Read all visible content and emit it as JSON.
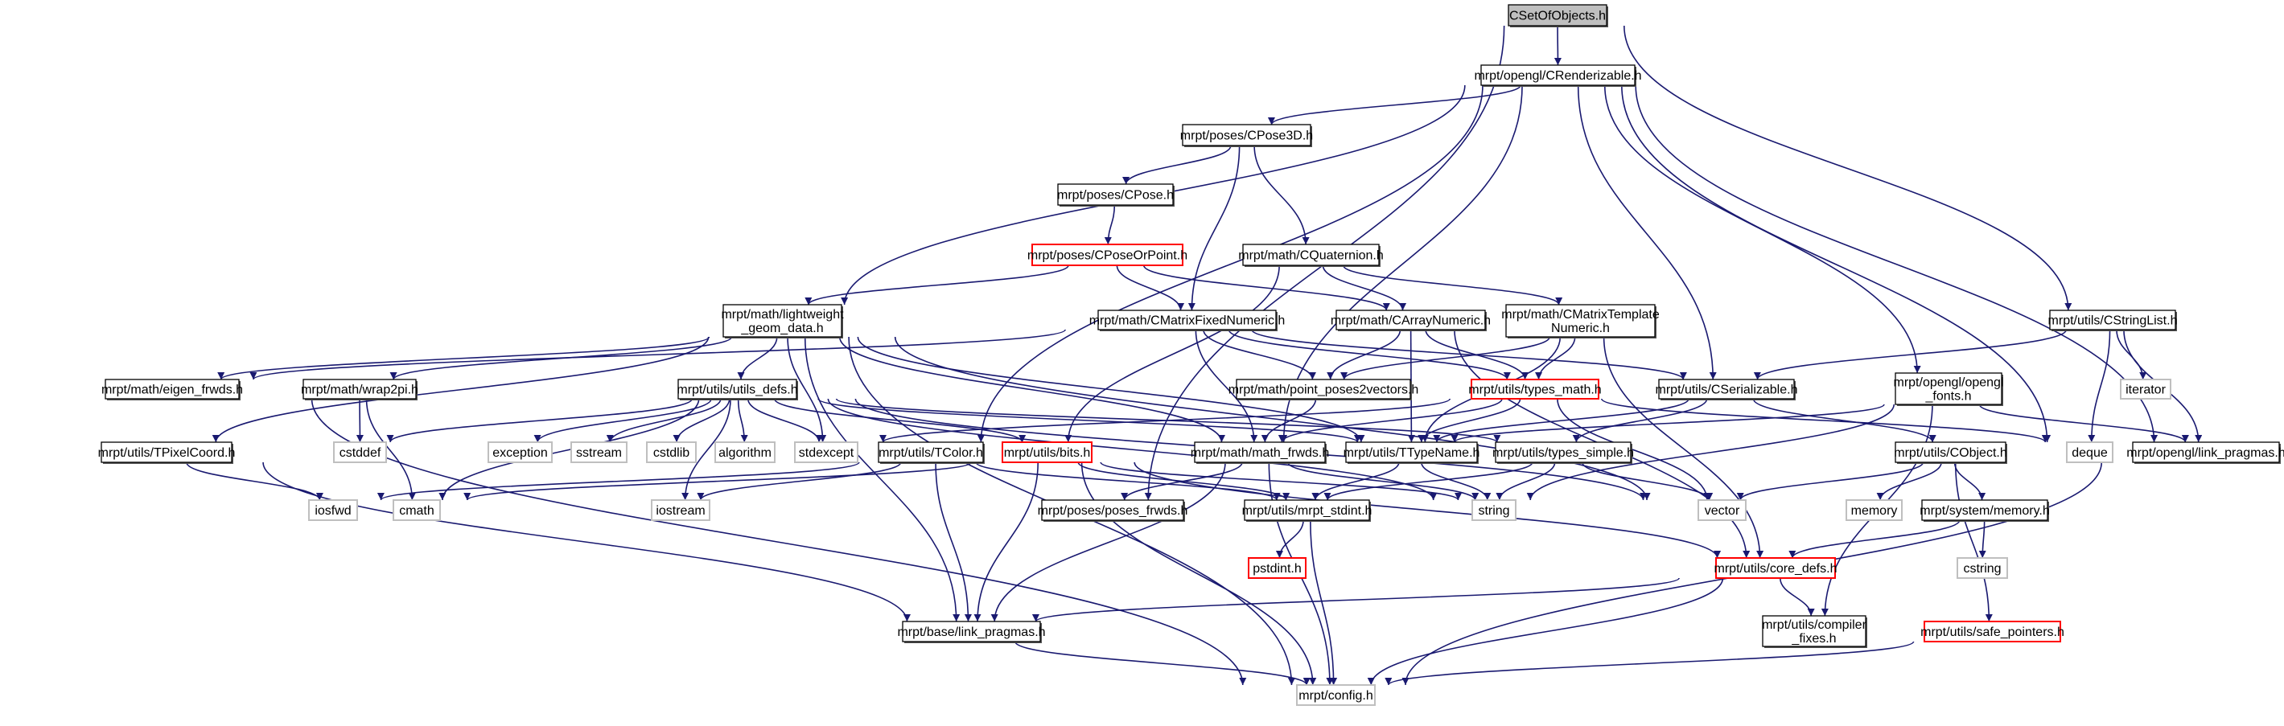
{
  "graph": {
    "edge_color": "#191970",
    "nodes": [
      {
        "id": "CSetOfObjects",
        "lines": [
          "CSetOfObjects.h"
        ],
        "style": "root"
      },
      {
        "id": "CRenderizable",
        "lines": [
          "mrpt/opengl/CRenderizable.h"
        ],
        "style": "normal"
      },
      {
        "id": "CPose3D",
        "lines": [
          "mrpt/poses/CPose3D.h"
        ],
        "style": "normal"
      },
      {
        "id": "CPose",
        "lines": [
          "mrpt/poses/CPose.h"
        ],
        "style": "normal"
      },
      {
        "id": "CPoseOrPoint",
        "lines": [
          "mrpt/poses/CPoseOrPoint.h"
        ],
        "style": "red"
      },
      {
        "id": "CQuaternion",
        "lines": [
          "mrpt/math/CQuaternion.h"
        ],
        "style": "normal"
      },
      {
        "id": "lightweight",
        "lines": [
          "mrpt/math/lightweight",
          "_geom_data.h"
        ],
        "style": "normal"
      },
      {
        "id": "CMatrixFixedNumeric",
        "lines": [
          "mrpt/math/CMatrixFixedNumeric.h"
        ],
        "style": "normal"
      },
      {
        "id": "CArrayNumeric",
        "lines": [
          "mrpt/math/CArrayNumeric.h"
        ],
        "style": "normal"
      },
      {
        "id": "CMatrixTemplateNumeric",
        "lines": [
          "mrpt/math/CMatrixTemplate",
          "Numeric.h"
        ],
        "style": "normal"
      },
      {
        "id": "CStringList",
        "lines": [
          "mrpt/utils/CStringList.h"
        ],
        "style": "normal"
      },
      {
        "id": "eigen_frwds",
        "lines": [
          "mrpt/math/eigen_frwds.h"
        ],
        "style": "normal"
      },
      {
        "id": "wrap2pi",
        "lines": [
          "mrpt/math/wrap2pi.h"
        ],
        "style": "normal"
      },
      {
        "id": "utils_defs",
        "lines": [
          "mrpt/utils/utils_defs.h"
        ],
        "style": "normal"
      },
      {
        "id": "point_poses2vectors",
        "lines": [
          "mrpt/math/point_poses2vectors.h"
        ],
        "style": "normal"
      },
      {
        "id": "types_math",
        "lines": [
          "mrpt/utils/types_math.h"
        ],
        "style": "red"
      },
      {
        "id": "CSerializable",
        "lines": [
          "mrpt/utils/CSerializable.h"
        ],
        "style": "normal"
      },
      {
        "id": "opengl_fonts",
        "lines": [
          "mrpt/opengl/opengl",
          "_fonts.h"
        ],
        "style": "normal"
      },
      {
        "id": "iterator",
        "lines": [
          "iterator"
        ],
        "style": "gray"
      },
      {
        "id": "TPixelCoord",
        "lines": [
          "mrpt/utils/TPixelCoord.h"
        ],
        "style": "normal"
      },
      {
        "id": "cstddef",
        "lines": [
          "cstddef"
        ],
        "style": "gray"
      },
      {
        "id": "exception",
        "lines": [
          "exception"
        ],
        "style": "gray"
      },
      {
        "id": "sstream",
        "lines": [
          "sstream"
        ],
        "style": "gray"
      },
      {
        "id": "cstdlib",
        "lines": [
          "cstdlib"
        ],
        "style": "gray"
      },
      {
        "id": "algorithm",
        "lines": [
          "algorithm"
        ],
        "style": "gray"
      },
      {
        "id": "stdexcept",
        "lines": [
          "stdexcept"
        ],
        "style": "gray"
      },
      {
        "id": "TColor",
        "lines": [
          "mrpt/utils/TColor.h"
        ],
        "style": "normal"
      },
      {
        "id": "bits",
        "lines": [
          "mrpt/utils/bits.h"
        ],
        "style": "red"
      },
      {
        "id": "math_frwds",
        "lines": [
          "mrpt/math/math_frwds.h"
        ],
        "style": "normal"
      },
      {
        "id": "TTypeName",
        "lines": [
          "mrpt/utils/TTypeName.h"
        ],
        "style": "normal"
      },
      {
        "id": "types_simple",
        "lines": [
          "mrpt/utils/types_simple.h"
        ],
        "style": "normal"
      },
      {
        "id": "CObject",
        "lines": [
          "mrpt/utils/CObject.h"
        ],
        "style": "normal"
      },
      {
        "id": "deque",
        "lines": [
          "deque"
        ],
        "style": "gray"
      },
      {
        "id": "opengl_link_pragmas",
        "lines": [
          "mrpt/opengl/link_pragmas.h"
        ],
        "style": "normal"
      },
      {
        "id": "iosfwd",
        "lines": [
          "iosfwd"
        ],
        "style": "gray"
      },
      {
        "id": "cmath",
        "lines": [
          "cmath"
        ],
        "style": "gray"
      },
      {
        "id": "iostream",
        "lines": [
          "iostream"
        ],
        "style": "gray"
      },
      {
        "id": "poses_frwds",
        "lines": [
          "mrpt/poses/poses_frwds.h"
        ],
        "style": "normal"
      },
      {
        "id": "mrpt_stdint",
        "lines": [
          "mrpt/utils/mrpt_stdint.h"
        ],
        "style": "normal"
      },
      {
        "id": "string",
        "lines": [
          "string"
        ],
        "style": "gray"
      },
      {
        "id": "vector",
        "lines": [
          "vector"
        ],
        "style": "gray"
      },
      {
        "id": "memory",
        "lines": [
          "memory"
        ],
        "style": "gray"
      },
      {
        "id": "system_memory",
        "lines": [
          "mrpt/system/memory.h"
        ],
        "style": "normal"
      },
      {
        "id": "pstdint",
        "lines": [
          "pstdint.h"
        ],
        "style": "red"
      },
      {
        "id": "core_defs",
        "lines": [
          "mrpt/utils/core_defs.h"
        ],
        "style": "red"
      },
      {
        "id": "cstring",
        "lines": [
          "cstring"
        ],
        "style": "gray"
      },
      {
        "id": "base_link_pragmas",
        "lines": [
          "mrpt/base/link_pragmas.h"
        ],
        "style": "normal"
      },
      {
        "id": "compiler_fixes",
        "lines": [
          "mrpt/utils/compiler",
          "_fixes.h"
        ],
        "style": "normal"
      },
      {
        "id": "safe_pointers",
        "lines": [
          "mrpt/utils/safe_pointers.h"
        ],
        "style": "red"
      },
      {
        "id": "config",
        "lines": [
          "mrpt/config.h"
        ],
        "style": "gray"
      }
    ],
    "edges": [
      [
        "CSetOfObjects",
        "CRenderizable"
      ],
      [
        "CSetOfObjects",
        "poses_frwds"
      ],
      [
        "CSetOfObjects",
        "CStringList"
      ],
      [
        "CRenderizable",
        "lightweight"
      ],
      [
        "CRenderizable",
        "CPose3D"
      ],
      [
        "CRenderizable",
        "TColor"
      ],
      [
        "CRenderizable",
        "math_frwds"
      ],
      [
        "CRenderizable",
        "CSerializable"
      ],
      [
        "CRenderizable",
        "opengl_fonts"
      ],
      [
        "CRenderizable",
        "deque"
      ],
      [
        "CRenderizable",
        "opengl_link_pragmas"
      ],
      [
        "CPose3D",
        "CPose"
      ],
      [
        "CPose3D",
        "CQuaternion"
      ],
      [
        "CPose3D",
        "CMatrixFixedNumeric"
      ],
      [
        "CPose",
        "CPoseOrPoint"
      ],
      [
        "CPoseOrPoint",
        "lightweight"
      ],
      [
        "CPoseOrPoint",
        "CMatrixFixedNumeric"
      ],
      [
        "CPoseOrPoint",
        "CArrayNumeric"
      ],
      [
        "CQuaternion",
        "CArrayNumeric"
      ],
      [
        "CQuaternion",
        "CMatrixTemplateNumeric"
      ],
      [
        "CQuaternion",
        "bits"
      ],
      [
        "lightweight",
        "eigen_frwds"
      ],
      [
        "lightweight",
        "TPixelCoord"
      ],
      [
        "lightweight",
        "wrap2pi"
      ],
      [
        "lightweight",
        "utils_defs"
      ],
      [
        "lightweight",
        "stdexcept"
      ],
      [
        "lightweight",
        "math_frwds"
      ],
      [
        "lightweight",
        "TTypeName"
      ],
      [
        "lightweight",
        "base_link_pragmas"
      ],
      [
        "lightweight",
        "config"
      ],
      [
        "lightweight",
        "vector"
      ],
      [
        "CMatrixFixedNumeric",
        "eigen_frwds"
      ],
      [
        "CMatrixFixedNumeric",
        "math_frwds"
      ],
      [
        "CMatrixFixedNumeric",
        "point_poses2vectors"
      ],
      [
        "CMatrixFixedNumeric",
        "types_math"
      ],
      [
        "CMatrixFixedNumeric",
        "CSerializable"
      ],
      [
        "CArrayNumeric",
        "point_poses2vectors"
      ],
      [
        "CArrayNumeric",
        "TTypeName"
      ],
      [
        "CArrayNumeric",
        "types_math"
      ],
      [
        "CArrayNumeric",
        "core_defs"
      ],
      [
        "CMatrixTemplateNumeric",
        "point_poses2vectors"
      ],
      [
        "CMatrixTemplateNumeric",
        "types_math"
      ],
      [
        "CMatrixTemplateNumeric",
        "TTypeName"
      ],
      [
        "CMatrixTemplateNumeric",
        "core_defs"
      ],
      [
        "CStringList",
        "CSerializable"
      ],
      [
        "CStringList",
        "deque"
      ],
      [
        "CStringList",
        "iterator"
      ],
      [
        "CStringList",
        "opengl_link_pragmas"
      ],
      [
        "utils_defs",
        "cstddef"
      ],
      [
        "utils_defs",
        "exception"
      ],
      [
        "utils_defs",
        "sstream"
      ],
      [
        "utils_defs",
        "cstdlib"
      ],
      [
        "utils_defs",
        "algorithm"
      ],
      [
        "utils_defs",
        "stdexcept"
      ],
      [
        "utils_defs",
        "cmath"
      ],
      [
        "utils_defs",
        "iostream"
      ],
      [
        "utils_defs",
        "bits"
      ],
      [
        "utils_defs",
        "TTypeName"
      ],
      [
        "utils_defs",
        "string"
      ],
      [
        "utils_defs",
        "vector"
      ],
      [
        "utils_defs",
        "types_simple"
      ],
      [
        "wrap2pi",
        "cstddef"
      ],
      [
        "wrap2pi",
        "cmath"
      ],
      [
        "eigen_frwds",
        "config"
      ],
      [
        "TPixelCoord",
        "iosfwd"
      ],
      [
        "TPixelCoord",
        "base_link_pragmas"
      ],
      [
        "point_poses2vectors",
        "math_frwds"
      ],
      [
        "types_math",
        "math_frwds"
      ],
      [
        "types_math",
        "stdexcept"
      ],
      [
        "types_math",
        "deque"
      ],
      [
        "types_math",
        "vector"
      ],
      [
        "types_math",
        "TTypeName"
      ],
      [
        "CSerializable",
        "TTypeName"
      ],
      [
        "CSerializable",
        "types_simple"
      ],
      [
        "CSerializable",
        "CObject"
      ],
      [
        "opengl_fonts",
        "string"
      ],
      [
        "opengl_fonts",
        "compiler_fixes"
      ],
      [
        "opengl_fonts",
        "opengl_link_pragmas"
      ],
      [
        "opengl_fonts",
        "TTypeName"
      ],
      [
        "TColor",
        "iosfwd"
      ],
      [
        "TColor",
        "iostream"
      ],
      [
        "TColor",
        "base_link_pragmas"
      ],
      [
        "TColor",
        "mrpt_stdint"
      ],
      [
        "bits",
        "cmath"
      ],
      [
        "bits",
        "base_link_pragmas"
      ],
      [
        "bits",
        "config"
      ],
      [
        "bits",
        "mrpt_stdint"
      ],
      [
        "bits",
        "string"
      ],
      [
        "bits",
        "core_defs"
      ],
      [
        "math_frwds",
        "poses_frwds"
      ],
      [
        "math_frwds",
        "string"
      ],
      [
        "math_frwds",
        "base_link_pragmas"
      ],
      [
        "math_frwds",
        "config"
      ],
      [
        "TTypeName",
        "string"
      ],
      [
        "TTypeName",
        "mrpt_stdint"
      ],
      [
        "types_simple",
        "string"
      ],
      [
        "types_simple",
        "vector"
      ],
      [
        "types_simple",
        "mrpt_stdint"
      ],
      [
        "CObject",
        "vector"
      ],
      [
        "CObject",
        "memory"
      ],
      [
        "CObject",
        "system_memory"
      ],
      [
        "CObject",
        "safe_pointers"
      ],
      [
        "system_memory",
        "core_defs"
      ],
      [
        "system_memory",
        "cstring"
      ],
      [
        "mrpt_stdint",
        "pstdint"
      ],
      [
        "mrpt_stdint",
        "config"
      ],
      [
        "core_defs",
        "base_link_pragmas"
      ],
      [
        "core_defs",
        "compiler_fixes"
      ],
      [
        "core_defs",
        "config"
      ],
      [
        "base_link_pragmas",
        "config"
      ],
      [
        "safe_pointers",
        "config"
      ],
      [
        "opengl_link_pragmas",
        "config"
      ]
    ]
  }
}
